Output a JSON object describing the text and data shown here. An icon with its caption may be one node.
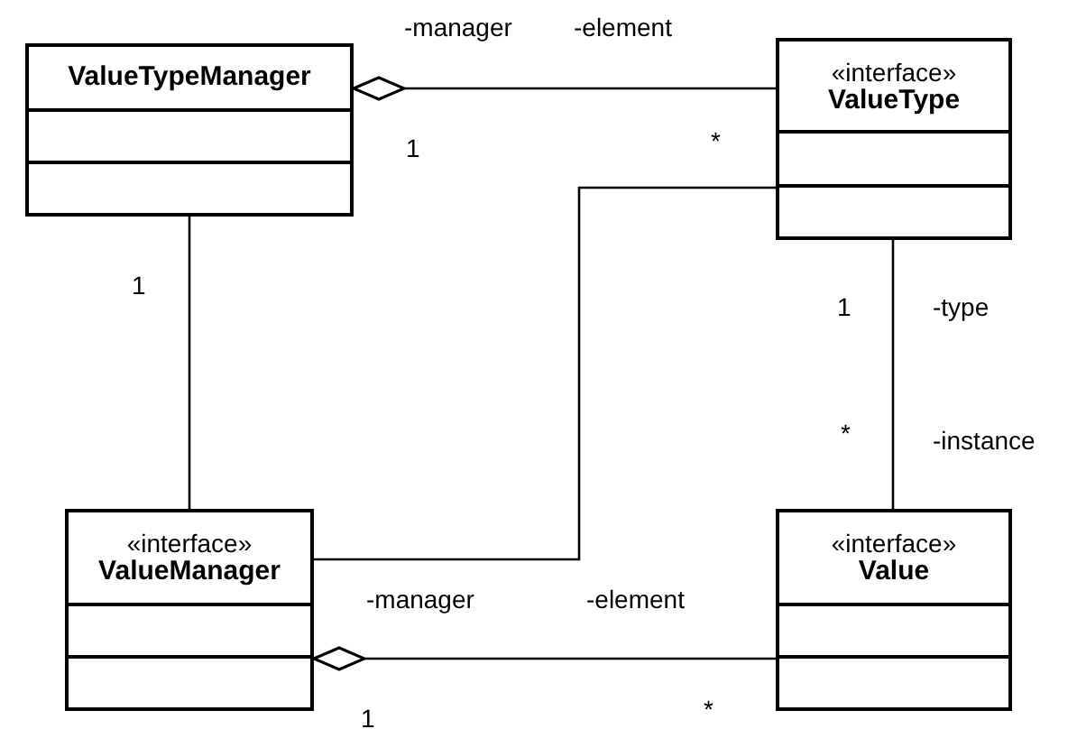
{
  "diagram": {
    "nodes": [
      {
        "text": [
          "ValueTypeManager"
        ]
      },
      {
        "text": [
          "«interface»",
          "ValueType"
        ]
      },
      {
        "text": [
          "«interface»",
          "ValueManager"
        ]
      },
      {
        "text": [
          "«interface»",
          "Value"
        ]
      }
    ],
    "edges": [
      {
        "from": 0,
        "to": 1,
        "arrow": "other"
      },
      {
        "from": 0,
        "to": 2,
        "arrow": "none"
      },
      {
        "from": 2,
        "to": 1,
        "arrow": "none"
      },
      {
        "from": 1,
        "to": 3,
        "arrow": "none"
      },
      {
        "from": 2,
        "to": 3,
        "arrow": "other"
      }
    ],
    "labels": [
      "-manager",
      "-element",
      "1",
      "*",
      "1",
      "1",
      "-type",
      "*",
      "-instance",
      "-manager",
      "-element",
      "1",
      "*"
    ]
  }
}
